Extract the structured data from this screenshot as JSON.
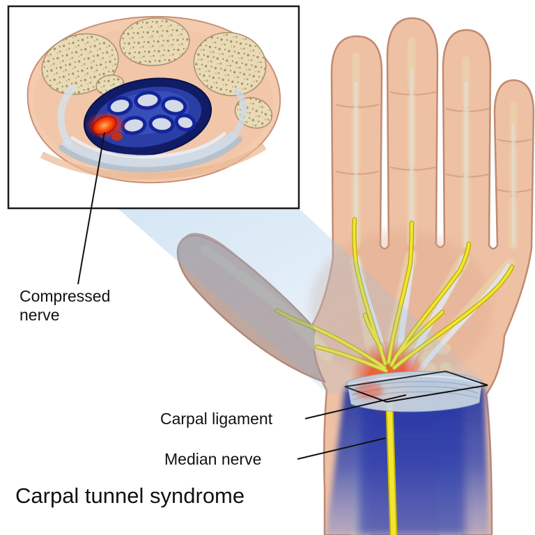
{
  "diagram": {
    "title": "Carpal tunnel syndrome",
    "labels": {
      "compressed_nerve": {
        "line1": "Compressed",
        "line2": "nerve"
      },
      "carpal_ligament": "Carpal ligament",
      "median_nerve": "Median nerve"
    },
    "colors": {
      "background": "#ffffff",
      "outline_black": "#1a1a1a",
      "skin": "#eec0a4",
      "bone": "#e9dbb8",
      "nerve_yellow": "#f2e630",
      "inflammation_red": "#ff2a00",
      "tunnel_navy": "#101c66",
      "tendon_sheath_blue": "#2b3ea6",
      "ligament_gray": "#c9d5e1",
      "forearm_blue": "#2b44b4",
      "beam_blue": "#9bc3e6"
    }
  }
}
